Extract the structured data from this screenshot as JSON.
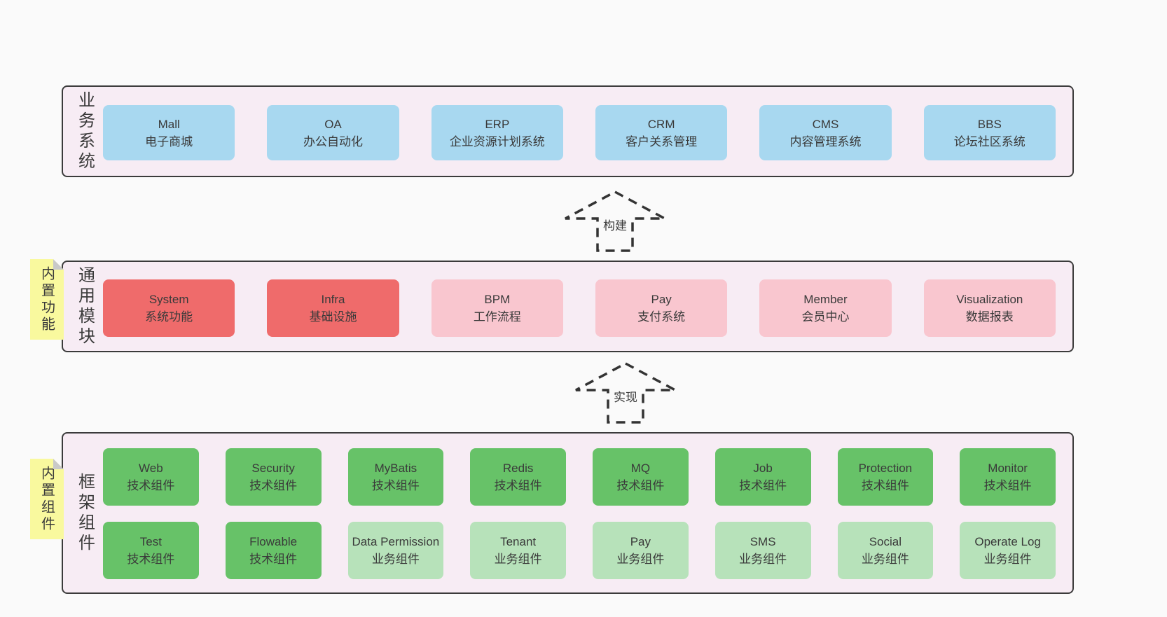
{
  "colors": {
    "page_bg": "#fafafa",
    "band_bg": "#f7ecf4",
    "band_border": "#3b3b3b",
    "blue": "#a8d8f0",
    "red": "#ef6b6b",
    "pink": "#f9c6cf",
    "green": "#67c268",
    "lightgreen": "#b7e2ba",
    "yellow": "#f9f99e",
    "fold": "#c9c9c9",
    "text": "#3a3a3a"
  },
  "bands": [
    {
      "label": "业务系统",
      "note": "",
      "rows": [
        [
          {
            "title": "Mall",
            "subtitle": "电子商城",
            "variant": "blue"
          },
          {
            "title": "OA",
            "subtitle": "办公自动化",
            "variant": "blue"
          },
          {
            "title": "ERP",
            "subtitle": "企业资源计划系统",
            "variant": "blue"
          },
          {
            "title": "CRM",
            "subtitle": "客户关系管理",
            "variant": "blue"
          },
          {
            "title": "CMS",
            "subtitle": "内容管理系统",
            "variant": "blue"
          },
          {
            "title": "BBS",
            "subtitle": "论坛社区系统",
            "variant": "blue"
          }
        ]
      ]
    },
    {
      "label": "通用模块",
      "note": "内置功能",
      "rows": [
        [
          {
            "title": "System",
            "subtitle": "系统功能",
            "variant": "red"
          },
          {
            "title": "Infra",
            "subtitle": "基础设施",
            "variant": "red"
          },
          {
            "title": "BPM",
            "subtitle": "工作流程",
            "variant": "pink"
          },
          {
            "title": "Pay",
            "subtitle": "支付系统",
            "variant": "pink"
          },
          {
            "title": "Member",
            "subtitle": "会员中心",
            "variant": "pink"
          },
          {
            "title": "Visualization",
            "subtitle": "数据报表",
            "variant": "pink"
          }
        ]
      ]
    },
    {
      "label": "框架组件",
      "note": "内置组件",
      "rows": [
        [
          {
            "title": "Web",
            "subtitle": "技术组件",
            "variant": "green"
          },
          {
            "title": "Security",
            "subtitle": "技术组件",
            "variant": "green"
          },
          {
            "title": "MyBatis",
            "subtitle": "技术组件",
            "variant": "green"
          },
          {
            "title": "Redis",
            "subtitle": "技术组件",
            "variant": "green"
          },
          {
            "title": "MQ",
            "subtitle": "技术组件",
            "variant": "green"
          },
          {
            "title": "Job",
            "subtitle": "技术组件",
            "variant": "green"
          },
          {
            "title": "Protection",
            "subtitle": "技术组件",
            "variant": "green"
          },
          {
            "title": "Monitor",
            "subtitle": "技术组件",
            "variant": "green"
          }
        ],
        [
          {
            "title": "Test",
            "subtitle": "技术组件",
            "variant": "green"
          },
          {
            "title": "Flowable",
            "subtitle": "技术组件",
            "variant": "green"
          },
          {
            "title": "Data Permission",
            "subtitle": "业务组件",
            "variant": "lightgreen"
          },
          {
            "title": "Tenant",
            "subtitle": "业务组件",
            "variant": "lightgreen"
          },
          {
            "title": "Pay",
            "subtitle": "业务组件",
            "variant": "lightgreen"
          },
          {
            "title": "SMS",
            "subtitle": "业务组件",
            "variant": "lightgreen"
          },
          {
            "title": "Social",
            "subtitle": "业务组件",
            "variant": "lightgreen"
          },
          {
            "title": "Operate Log",
            "subtitle": "业务组件",
            "variant": "lightgreen"
          }
        ]
      ]
    }
  ],
  "arrows": [
    {
      "label": "构建"
    },
    {
      "label": "实现"
    }
  ]
}
